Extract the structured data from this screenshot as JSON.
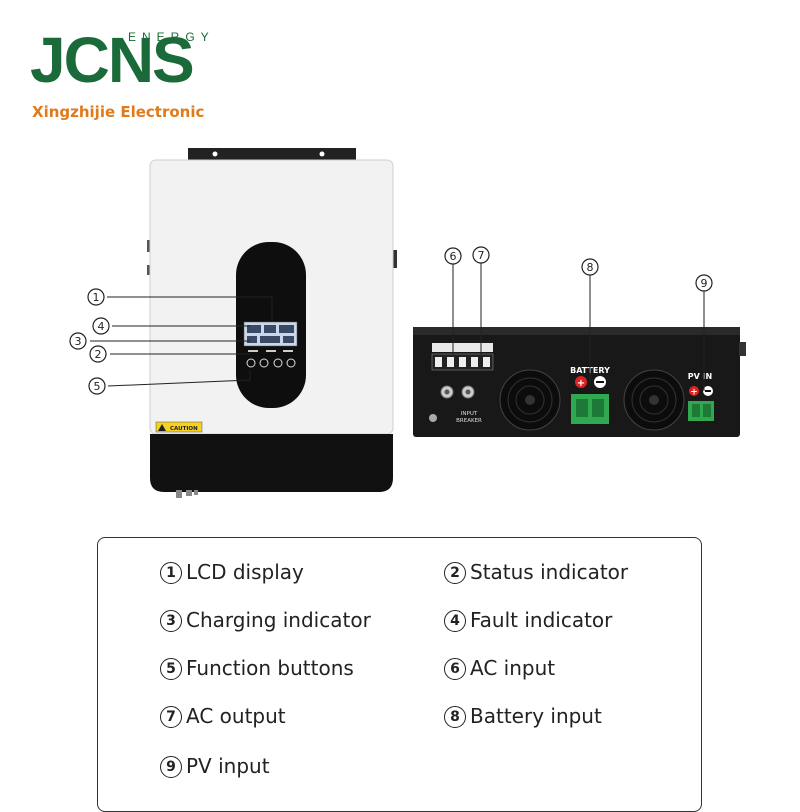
{
  "brand": {
    "logo_text": "JCNS",
    "logo_sub": "ENERGY",
    "company": "Xingzhijie Electronic",
    "colors": {
      "green": "#1a6a3a",
      "orange": "#e07a1a"
    }
  },
  "front_panel": {
    "caution_label": "CAUTION"
  },
  "bottom_panel": {
    "battery_label": "BATTERY",
    "pv_label": "PV IN",
    "breaker_label_1": "INPUT",
    "breaker_label_2": "BREAKER"
  },
  "callouts_front": [
    "1",
    "4",
    "3",
    "2",
    "5"
  ],
  "callouts_bottom": [
    "6",
    "7",
    "8",
    "9"
  ],
  "legend": [
    {
      "num": "1",
      "label": "LCD display"
    },
    {
      "num": "2",
      "label": "Status indicator"
    },
    {
      "num": "3",
      "label": "Charging indicator"
    },
    {
      "num": "4",
      "label": "Fault indicator"
    },
    {
      "num": "5",
      "label": "Function buttons"
    },
    {
      "num": "6",
      "label": "AC input"
    },
    {
      "num": "7",
      "label": "AC output"
    },
    {
      "num": "8",
      "label": "Battery input"
    },
    {
      "num": "9",
      "label": "PV input"
    }
  ]
}
